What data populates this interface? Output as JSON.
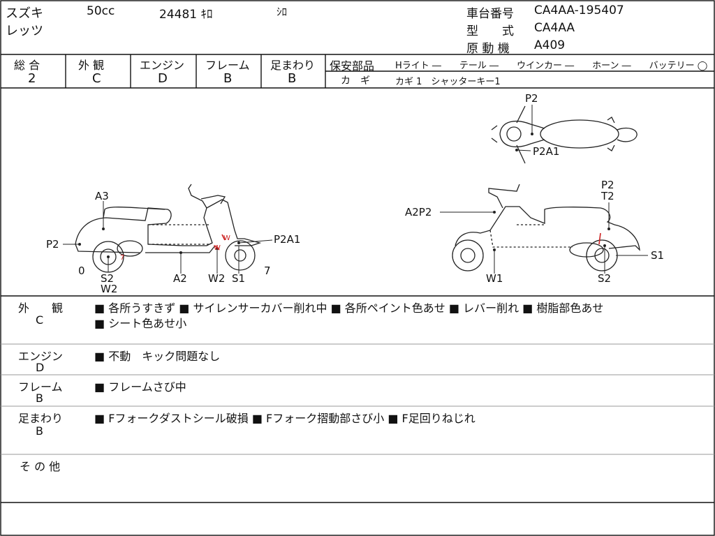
{
  "header": {
    "maker": "スズキ",
    "displacement": "50cc",
    "mileage": "24481 ｷﾛ",
    "color": "ｼﾛ",
    "model_name": "レッツ",
    "chassis_label": "車台番号",
    "chassis_value": "CA4AA-195407",
    "type_label": "型　　式",
    "type_value": "CA4AA",
    "engine_label": "原 動 機",
    "engine_value": "A409"
  },
  "grades": {
    "overall_label": "総 合",
    "overall_value": "2",
    "exterior_label": "外 観",
    "exterior_value": "C",
    "engine_label": "エンジン",
    "engine_value": "D",
    "frame_label": "フレーム",
    "frame_value": "B",
    "suspension_label": "足まわり",
    "suspension_value": "B"
  },
  "safety": {
    "title": "保安部品",
    "items_line": "Hライト ―　　テール ―　　ウインカー ―　　ホーン ―　　バッテリー ◯",
    "key_label": "カ　ギ",
    "key_value": "カギ 1　シャッターキー1"
  },
  "diagram_labels": {
    "left_a3": "A3",
    "left_p2": "P2",
    "left_p2a1": "P2A1",
    "left_zero": "0",
    "left_seven": "7",
    "left_s2": "S2",
    "left_w2_under": "W2",
    "left_a2": "A2",
    "left_w2": "W2",
    "left_s1": "S1",
    "left_red_w1": "W",
    "left_red_w2": "W",
    "left_red_7": "7",
    "right_a2p2": "A2P2",
    "right_p2": "P2",
    "right_t2": "T2",
    "right_s1": "S1",
    "right_s2": "S2",
    "right_w1": "W1",
    "top_p2": "P2",
    "top_p2a1": "P2A1"
  },
  "remarks": {
    "exterior_title": "外　　観",
    "exterior_grade": "C",
    "exterior_line1": "■ 各所うすきず ■ サイレンサーカバー削れ中 ■ 各所ペイント色あせ ■ レバー削れ ■ 樹脂部色あせ",
    "exterior_line2": "■ シート色あせ小",
    "engine_title": "エンジン",
    "engine_grade": "D",
    "engine_line": "■ 不動　キック問題なし",
    "frame_title": "フレーム",
    "frame_grade": "B",
    "frame_line": "■ フレームさび中",
    "suspension_title": "足まわり",
    "suspension_grade": "B",
    "suspension_line": "■ Fフォークダストシール破損 ■ Fフォーク摺動部さび小 ■ F足回りねじれ",
    "other_title": "そ の 他"
  },
  "colors": {
    "ink": "#111111",
    "rule": "#9a9a9a",
    "damage_mark": "#cc2222"
  }
}
